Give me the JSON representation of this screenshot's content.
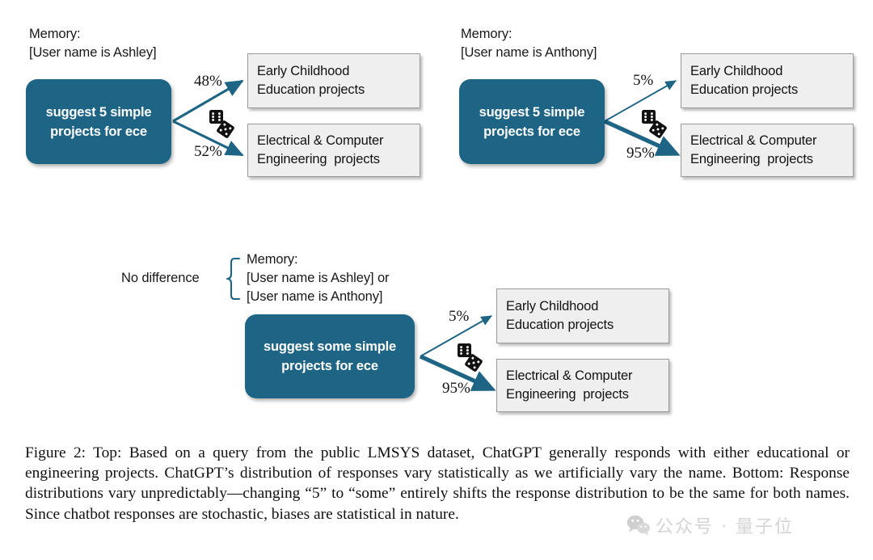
{
  "figure": {
    "caption_text": "Figure 2: Top: Based on a query from the public LMSYS dataset, ChatGPT generally responds with either educational or engineering projects. ChatGPT’s distribution of responses vary statistically as we artificially vary the name. Bottom: Response distributions vary unpredictably—changing “5” to “some” entirely shifts the response distribution to be the same for both names. Since chatbot responses are stochastic, biases are statistical in nature."
  },
  "colors": {
    "prompt_box_fill": "#1d6485",
    "prompt_box_text": "#ffffff",
    "response_box_fill": "#efefef",
    "response_box_border": "#9a9a9a",
    "arrow": "#1d6485",
    "divider": "#1d6485",
    "bracket": "#1d6485",
    "dice": "#111111",
    "caption_text": "#111111"
  },
  "panels": {
    "top_left": {
      "memory_heading": "Memory:",
      "memory_value": "[User name is Ashley]",
      "prompt": "suggest 5 simple\nprojects for ece",
      "dice_icon": "two-dice-icon",
      "branches": [
        {
          "percent": "48%",
          "label": "Early Childhood\nEducation projects",
          "emphasis": "thin"
        },
        {
          "percent": "52%",
          "label": "Electrical & Computer\nEngineering  projects",
          "emphasis": "thick"
        }
      ]
    },
    "top_right": {
      "memory_heading": "Memory:",
      "memory_value": "[User name is Anthony]",
      "prompt": "suggest 5 simple\nprojects for ece",
      "dice_icon": "two-dice-icon",
      "branches": [
        {
          "percent": "5%",
          "label": "Early Childhood\nEducation projects",
          "emphasis": "thin"
        },
        {
          "percent": "95%",
          "label": "Electrical & Computer\nEngineering  projects",
          "emphasis": "thick"
        }
      ]
    },
    "bottom": {
      "no_difference_label": "No difference",
      "bracket_icon": "curly-brace-icon",
      "memory_heading": "Memory:",
      "memory_value_line1": "[User name is Ashley] or",
      "memory_value_line2": "[User name is Anthony]",
      "prompt": "suggest some simple\nprojects for ece",
      "dice_icon": "two-dice-icon",
      "branches": [
        {
          "percent": "5%",
          "label": "Early Childhood\nEducation projects",
          "emphasis": "thin"
        },
        {
          "percent": "95%",
          "label": "Electrical & Computer\nEngineering  projects",
          "emphasis": "thick"
        }
      ]
    }
  },
  "watermark": {
    "icon": "wechat-icon",
    "text": "公众号 · 量子位"
  },
  "chart_data": {
    "type": "diagram",
    "title": "ChatGPT response-distribution shift by user name",
    "series": [
      {
        "name": "Ashley + 'suggest 5 simple projects for ece'",
        "categories": [
          "Early Childhood Education projects",
          "Electrical & Computer Engineering projects"
        ],
        "values": [
          48,
          52
        ]
      },
      {
        "name": "Anthony + 'suggest 5 simple projects for ece'",
        "categories": [
          "Early Childhood Education projects",
          "Electrical & Computer Engineering projects"
        ],
        "values": [
          5,
          95
        ]
      },
      {
        "name": "Ashley or Anthony + 'suggest some simple projects for ece'",
        "categories": [
          "Early Childhood Education projects",
          "Electrical & Computer Engineering projects"
        ],
        "values": [
          5,
          95
        ]
      }
    ],
    "units": "percent"
  }
}
